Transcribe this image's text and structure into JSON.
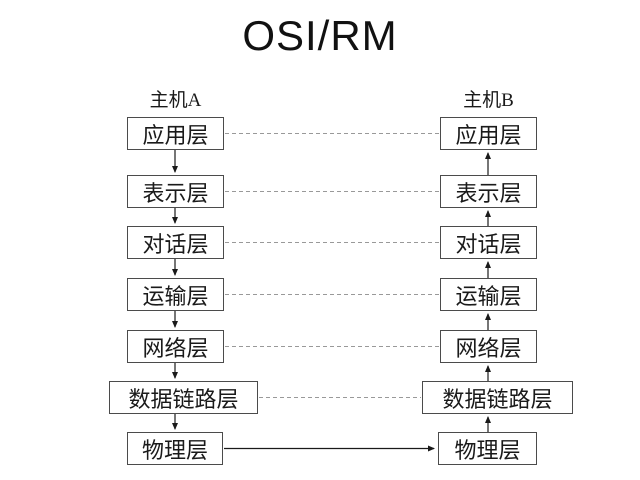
{
  "title": "OSI/RM",
  "hosts": {
    "a": "主机A",
    "b": "主机B"
  },
  "layers": [
    "应用层",
    "表示层",
    "对话层",
    "运输层",
    "网络层",
    "数据链路层",
    "物理层"
  ],
  "colors": {
    "background": "#ffffff",
    "box_border": "#4b4b4b",
    "text": "#1a1a1a",
    "dashed_peer_link": "#999999",
    "arrow": "#1a1a1a"
  }
}
